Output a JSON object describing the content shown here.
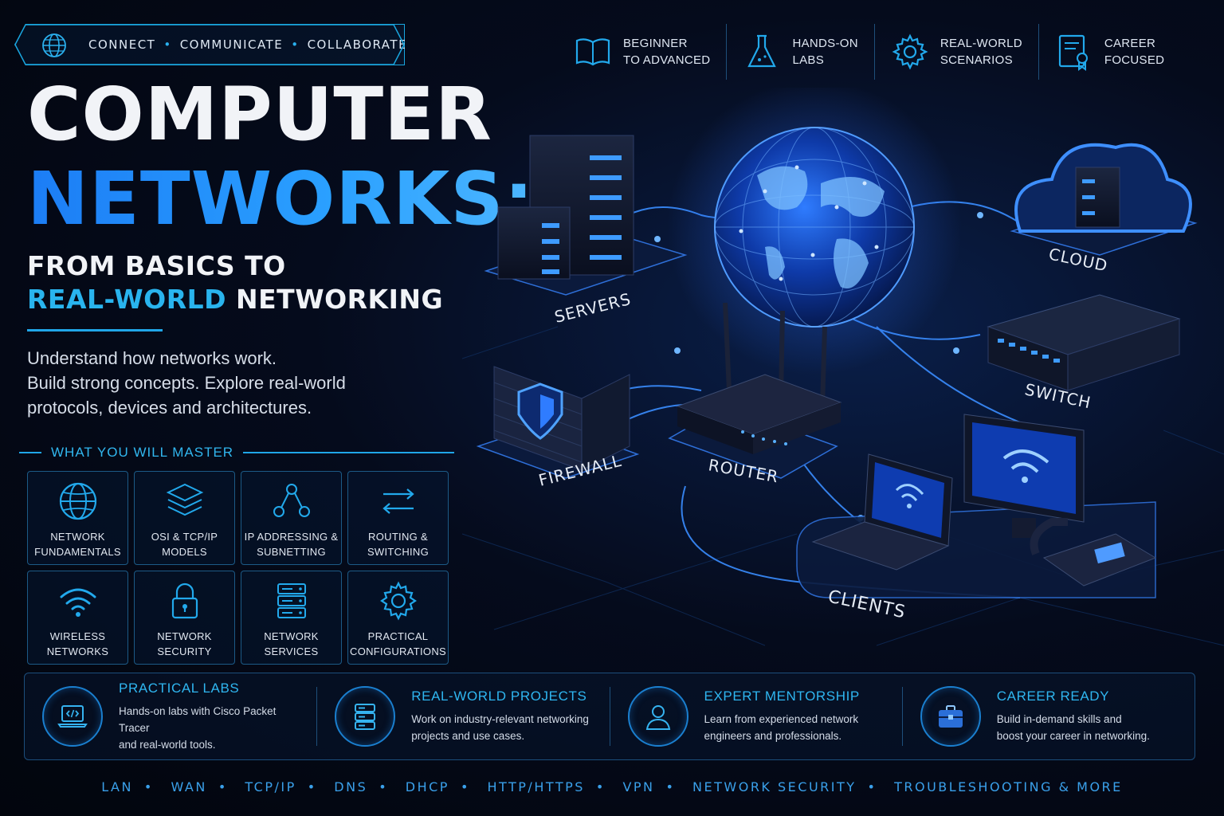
{
  "tagline": {
    "parts": [
      "CONNECT",
      "COMMUNICATE",
      "COLLABORATE"
    ],
    "separator": "•"
  },
  "title": {
    "line1": "COMPUTER",
    "line2": "NETWORKS:",
    "sub1": "FROM BASICS TO",
    "sub2_highlight": "REAL-WORLD",
    "sub2_rest": " NETWORKING"
  },
  "description": {
    "line1": "Understand how networks work.",
    "line2": "Build strong concepts. Explore real-world",
    "line3": "protocols, devices and architectures."
  },
  "master": {
    "heading": "WHAT YOU WILL MASTER",
    "items": [
      {
        "line1": "NETWORK",
        "line2": "FUNDAMENTALS",
        "icon": "globe-icon"
      },
      {
        "line1": "OSI & TCP/IP",
        "line2": "MODELS",
        "icon": "layers-icon"
      },
      {
        "line1": "IP ADDRESSING &",
        "line2": "SUBNETTING",
        "icon": "topology-icon"
      },
      {
        "line1": "ROUTING &",
        "line2": "SWITCHING",
        "icon": "arrows-icon"
      },
      {
        "line1": "WIRELESS",
        "line2": "NETWORKS",
        "icon": "wifi-icon"
      },
      {
        "line1": "NETWORK",
        "line2": "SECURITY",
        "icon": "lock-icon"
      },
      {
        "line1": "NETWORK",
        "line2": "SERVICES",
        "icon": "server-icon"
      },
      {
        "line1": "PRACTICAL",
        "line2": "CONFIGURATIONS",
        "icon": "gear-icon"
      }
    ]
  },
  "features": [
    {
      "line1": "BEGINNER",
      "line2": "TO ADVANCED",
      "icon": "book-icon"
    },
    {
      "line1": "HANDS-ON",
      "line2": "LABS",
      "icon": "flask-icon"
    },
    {
      "line1": "REAL-WORLD",
      "line2": "SCENARIOS",
      "icon": "gear-icon"
    },
    {
      "line1": "CAREER",
      "line2": "FOCUSED",
      "icon": "certificate-icon"
    }
  ],
  "illustration": {
    "labels": {
      "servers": "SERVERS",
      "cloud": "CLOUD",
      "switch": "SWITCH",
      "firewall": "FIREWALL",
      "router": "ROUTER",
      "clients": "CLIENTS"
    }
  },
  "benefits": [
    {
      "title": "PRACTICAL LABS",
      "line1": "Hands-on labs with Cisco Packet Tracer",
      "line2": "and real-world tools.",
      "icon": "laptop-code-icon"
    },
    {
      "title": "REAL-WORLD PROJECTS",
      "line1": "Work on industry-relevant networking",
      "line2": "projects and use cases.",
      "icon": "server-icon"
    },
    {
      "title": "EXPERT MENTORSHIP",
      "line1": "Learn from experienced network",
      "line2": "engineers and professionals.",
      "icon": "user-icon"
    },
    {
      "title": "CAREER READY",
      "line1": "Build in-demand skills and",
      "line2": "boost your career in networking.",
      "icon": "briefcase-icon"
    }
  ],
  "keywords": [
    "LAN",
    "WAN",
    "TCP/IP",
    "DNS",
    "DHCP",
    "HTTP/HTTPS",
    "VPN",
    "NETWORK SECURITY",
    "TROUBLESHOOTING & MORE"
  ],
  "keyword_separator": "•",
  "colors": {
    "accent": "#29b4ee",
    "title_blue": "#1c7df5",
    "background": "#02050d"
  }
}
